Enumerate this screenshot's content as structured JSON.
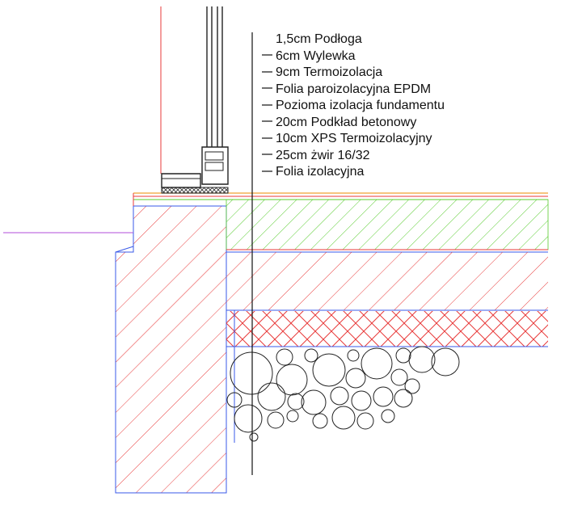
{
  "legend": {
    "layers": [
      "1,5cm Podłoga",
      "6cm Wylewka",
      "9cm Termoizolacja",
      "Folia paroizolacyjna EPDM",
      "Pozioma izolacja fundamentu",
      "20cm Podkład betonowy",
      "10cm XPS Termoizolacyjny",
      "25cm żwir 16/32",
      "Folia izolacyjna"
    ]
  },
  "colors": {
    "concrete_hatch": "#e83a3a",
    "insulation_hatch": "#58cc2e",
    "membrane_line": "#3a5ae8",
    "floor_line": "#f0a030",
    "gravel_outline": "#222222",
    "leader_line": "#111111",
    "side_line": "#c070e0"
  }
}
